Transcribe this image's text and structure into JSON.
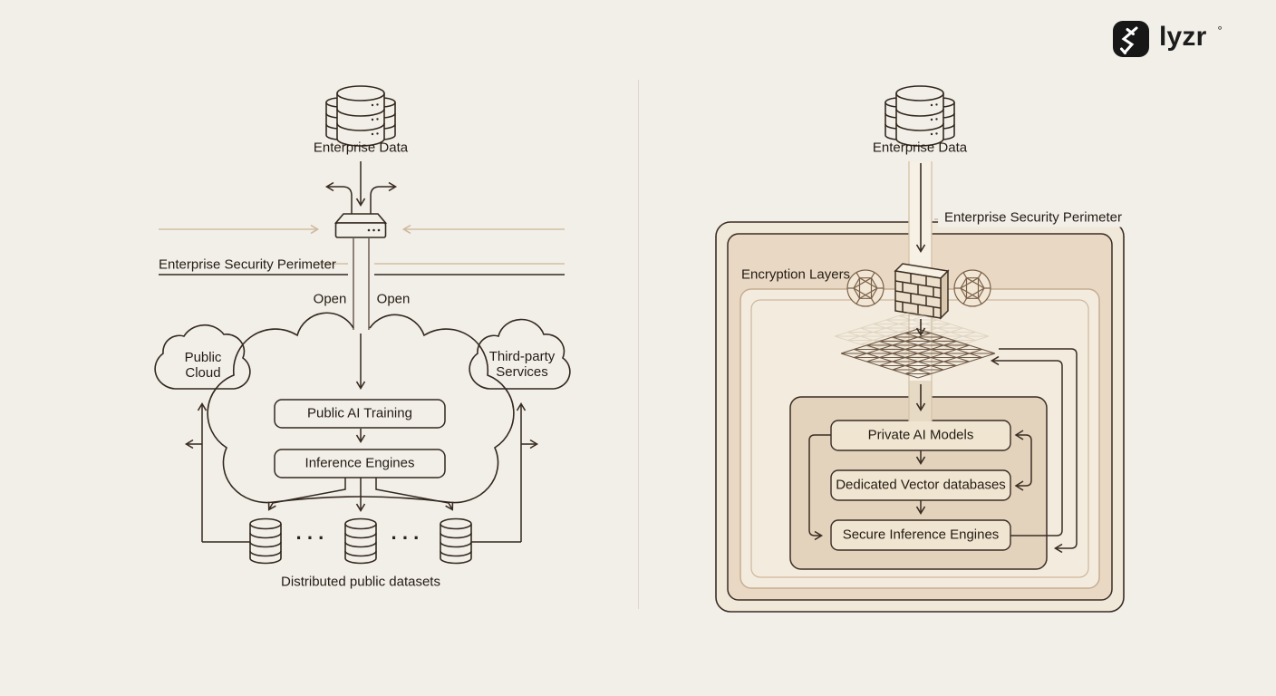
{
  "brand": {
    "wordmark": "lyzr",
    "mark": "°"
  },
  "colors": {
    "background": "#f2efe9",
    "ink": "#33281e",
    "light_line": "#d2bfa4",
    "panel_fill": "#f0e8d9",
    "tan_fill": "#e9d9c4",
    "light_zone_fill": "#f3ecde",
    "inner_fill": "#e4d3bc",
    "node_fill": "#f0e5d1"
  },
  "icons": {
    "enterprise_data": "database-stack-icon",
    "gateway": "network-switch-icon",
    "firewall": "brick-wall-icon",
    "encryption": "faceted-gem-icon",
    "data_plane": "triangulated-mesh-icon",
    "cloud": "cloud-outline-icon",
    "datasets": "database-cylinder-icon",
    "logo_glyph": "lyzr-glyph-icon"
  },
  "left": {
    "enterprise_data": "Enterprise Data",
    "perimeter": "Enterprise Security Perimeter",
    "open_left": "Open",
    "open_right": "Open",
    "public_cloud": "Public Cloud",
    "third_party": "Third-party Services",
    "training": "Public AI Training",
    "inference": "Inference Engines",
    "dots": "···",
    "datasets": "Distributed public datasets"
  },
  "right": {
    "enterprise_data": "Enterprise Data",
    "perimeter": "Enterprise Security Perimeter",
    "encryption": "Encryption Layers",
    "private_models": "Private AI Models",
    "vector_db": "Dedicated Vector databases",
    "secure_inference": "Secure Inference Engines"
  }
}
